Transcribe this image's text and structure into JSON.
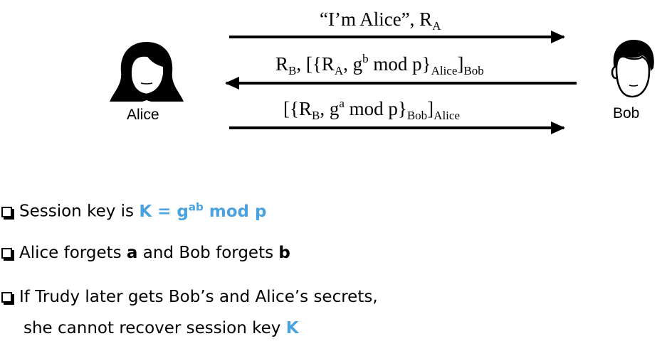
{
  "participants": {
    "alice": "Alice",
    "bob": "Bob"
  },
  "messages": [
    {
      "direction": "right",
      "text": "“I’m Alice”, R",
      "sub1": "A"
    },
    {
      "direction": "left",
      "t1": "R",
      "s1": "B",
      "t2": ", [{R",
      "s2": "A",
      "t3": ", g",
      "sup1": "b",
      "t4": " mod p}",
      "s3": "Alice",
      "t5": "]",
      "s4": "Bob"
    },
    {
      "direction": "right",
      "t1": "[{R",
      "s1": "B",
      "t2": ", g",
      "sup1": "a",
      "t3": " mod p}",
      "s2": "Bob",
      "t4": "]",
      "s3": "Alice"
    }
  ],
  "bullets": {
    "b1": {
      "text": "Session key is ",
      "k1": "K = g",
      "sup": "ab",
      "k2": " mod p"
    },
    "b2": {
      "t1": "Alice forgets ",
      "bold1": "a",
      "t2": " and Bob forgets ",
      "bold2": "b"
    },
    "b3": {
      "line1": "If Trudy later gets Bob’s and Alice’s secrets,",
      "line2": "she cannot recover session key ",
      "k": "K"
    }
  },
  "colors": {
    "accent": "#4aa3df",
    "ink": "#000000"
  }
}
